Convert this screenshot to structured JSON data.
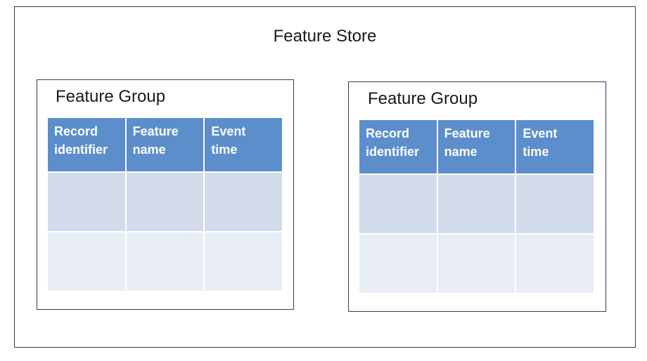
{
  "store": {
    "title": "Feature Store"
  },
  "feature_groups": [
    {
      "title": "Feature Group",
      "columns": [
        "Record\nidentifier",
        "Feature\nname",
        "Event\ntime"
      ],
      "rows": [
        [
          "",
          "",
          ""
        ],
        [
          "",
          "",
          ""
        ]
      ]
    },
    {
      "title": "Feature Group",
      "columns": [
        "Record\nidentifier",
        "Feature\nname",
        "Event\ntime"
      ],
      "rows": [
        [
          "",
          "",
          ""
        ],
        [
          "",
          "",
          ""
        ]
      ]
    }
  ],
  "colors": {
    "border": "#2f3d56",
    "header_fill": "#5b8ecb",
    "row_fill_1": "#d2dbea",
    "row_fill_2": "#e8edf6"
  }
}
